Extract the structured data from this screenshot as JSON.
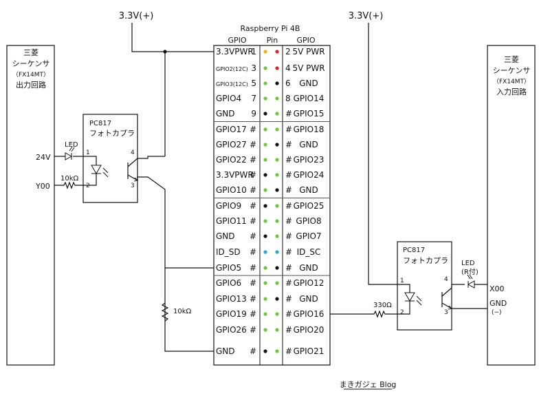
{
  "supply_left": "3.3V(+)",
  "supply_right": "3.3V(+)",
  "board_title": "Raspberry Pi 4B",
  "col_gpio_left": "GPIO",
  "col_pin": "Pin",
  "col_gpio_right": "GPIO",
  "left_plc": [
    "三菱",
    "シーケンサ",
    "（FX14MT）",
    "出力回路"
  ],
  "right_plc": [
    "三菱",
    "シーケンサ",
    "（FX14MT）",
    "入力回路"
  ],
  "oc_left": {
    "model": "PC817",
    "name": "フォトカプラ",
    "led": "LED",
    "resistor": "10kΩ",
    "in1": "24V",
    "in2": "Y00",
    "pins": [
      "1",
      "2",
      "3",
      "4"
    ]
  },
  "oc_right": {
    "model": "PC817",
    "name": "フォトカプラ",
    "led": "LED",
    "led_note": "(R付)",
    "resistor": "330Ω",
    "out1": "X00",
    "out2": "GND",
    "out2_note": "(−)",
    "pins": [
      "1",
      "2",
      "3",
      "4"
    ]
  },
  "pullup_resistor": "10kΩ",
  "footer": "まきガジェ Blog",
  "colors": {
    "pwr33": "#f0b400",
    "pwr5": "#e02020",
    "gnd": "#111111",
    "gpio": "#66cc33",
    "id": "#22a7e0"
  },
  "pins": [
    {
      "ln": "3.3VPWR",
      "lp": "1",
      "lc": "pwr33",
      "rc": "pwr5",
      "rp": "2",
      "rn": "5V PWR",
      "small": false
    },
    {
      "ln": "GPIO2(12C)",
      "lp": "3",
      "lc": "gpio",
      "rc": "pwr5",
      "rp": "4",
      "rn": "5V PWR",
      "small": true
    },
    {
      "ln": "GPIO3(12C)",
      "lp": "5",
      "lc": "gpio",
      "rc": "gnd",
      "rp": "6",
      "rn": "GND",
      "small": true
    },
    {
      "ln": "GPIO4",
      "lp": "7",
      "lc": "gpio",
      "rc": "gpio",
      "rp": "8",
      "rn": "GPIO14",
      "small": false
    },
    {
      "ln": "GND",
      "lp": "9",
      "lc": "gnd",
      "rc": "gpio",
      "rp": "#",
      "rn": "GPIO15",
      "small": false
    },
    {
      "ln": "GPIO17",
      "lp": "#",
      "lc": "gpio",
      "rc": "gpio",
      "rp": "#",
      "rn": "GPIO18",
      "small": false
    },
    {
      "ln": "GPIO27",
      "lp": "#",
      "lc": "gpio",
      "rc": "gnd",
      "rp": "#",
      "rn": "GND",
      "small": false
    },
    {
      "ln": "GPIO22",
      "lp": "#",
      "lc": "gpio",
      "rc": "gpio",
      "rp": "#",
      "rn": "GPIO23",
      "small": false
    },
    {
      "ln": "3.3VPWR",
      "lp": "#",
      "lc": "gnd",
      "rc": "gpio",
      "rp": "#",
      "rn": "GPIO24",
      "small": false
    },
    {
      "ln": "GPIO10",
      "lp": "#",
      "lc": "gpio",
      "rc": "gnd",
      "rp": "#",
      "rn": "GND",
      "small": false
    },
    {
      "ln": "GPIO9",
      "lp": "#",
      "lc": "gnd",
      "rc": "gpio",
      "rp": "#",
      "rn": "GPIO25",
      "small": false
    },
    {
      "ln": "GPIO11",
      "lp": "#",
      "lc": "gpio",
      "rc": "gpio",
      "rp": "#",
      "rn": "GPIO8",
      "small": false
    },
    {
      "ln": "GND",
      "lp": "#",
      "lc": "gnd",
      "rc": "gpio",
      "rp": "#",
      "rn": "GPIO7",
      "small": false
    },
    {
      "ln": "ID_SD",
      "lp": "#",
      "lc": "id",
      "rc": "id",
      "rp": "#",
      "rn": "ID_SC",
      "small": false
    },
    {
      "ln": "GPIO5",
      "lp": "#",
      "lc": "gpio",
      "rc": "gnd",
      "rp": "#",
      "rn": "GND",
      "small": false
    },
    {
      "ln": "GPIO6",
      "lp": "#",
      "lc": "gpio",
      "rc": "gpio",
      "rp": "#",
      "rn": "GPIO12",
      "small": false
    },
    {
      "ln": "GPIO13",
      "lp": "#",
      "lc": "gpio",
      "rc": "gnd",
      "rp": "#",
      "rn": "GND",
      "small": false
    },
    {
      "ln": "GPIO19",
      "lp": "#",
      "lc": "gpio",
      "rc": "gpio",
      "rp": "#",
      "rn": "GPIO16",
      "small": false
    },
    {
      "ln": "GPIO26",
      "lp": "#",
      "lc": "gpio",
      "rc": "gpio",
      "rp": "#",
      "rn": "GPIO20",
      "small": false
    },
    {
      "ln": "GND",
      "lp": "#",
      "lc": "gnd",
      "rc": "gpio",
      "rp": "#",
      "rn": "GPIO21",
      "small": false
    }
  ]
}
